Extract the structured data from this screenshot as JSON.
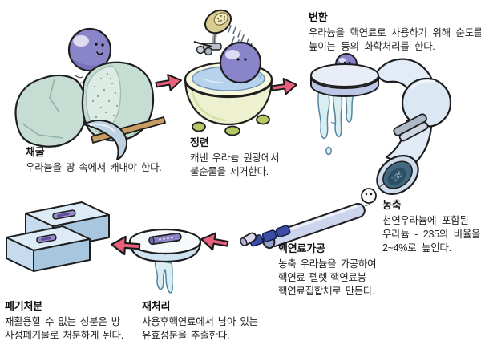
{
  "steps": {
    "mining": {
      "title": "채굴",
      "desc": [
        "우라늄을 땅 속에서 캐내야 한다."
      ]
    },
    "refining": {
      "title": "정련",
      "desc": [
        "캐낸 우라늄 원광에서",
        "불순물을 제거한다."
      ]
    },
    "conversion": {
      "title": "변환",
      "desc": [
        "우라늄을 핵연료로 사용하기 위해 순도를",
        "높이는 등의 화학처리를 한다."
      ]
    },
    "enrichment": {
      "title": "농축",
      "desc": [
        "천연우라늄에 포함된",
        "우라늄 - 235의 비율을",
        "2~4%로 높인다."
      ]
    },
    "fuel_fabrication": {
      "title": "핵연료가공",
      "desc": [
        "농축 우라늄을 가공하여",
        "핵연료 펠렛-핵연료봉-",
        "핵연료집합체로 만든다."
      ]
    },
    "reprocessing": {
      "title": "재처리",
      "desc": [
        "사용후핵연료에서 남아 있는",
        "유효성분을 추출한다."
      ]
    },
    "disposal": {
      "title": "폐기처분",
      "desc": [
        "재활용할 수 없는 성분은 방",
        "사성폐기물로 처분하게 된다."
      ]
    }
  },
  "markings": {
    "pipe_outlet": "235"
  },
  "colors": {
    "arrow": "#e8607b",
    "uranium_ball": "#8a85c8",
    "rock": "#c6ddd4",
    "tub": "#f1f4d3",
    "water": "#b7d2ec",
    "waste_block": "#c6dcee",
    "fuel_pellet": "#3b4da6",
    "drip": "#d8eef2"
  }
}
